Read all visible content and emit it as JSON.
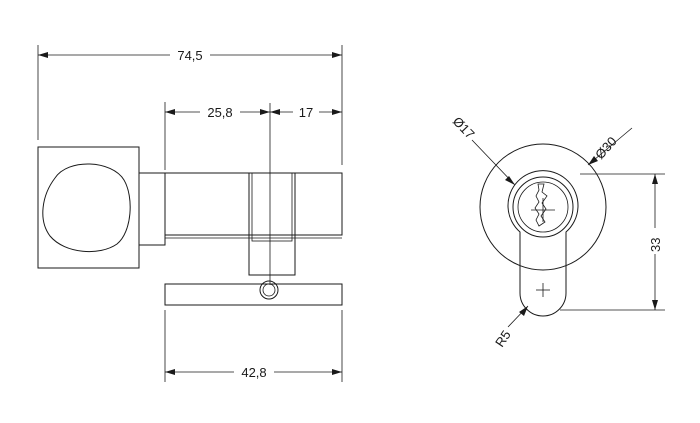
{
  "dimensions": {
    "overall_length": "74,5",
    "left_section": "25,8",
    "right_section": "17",
    "body_length": "42,8",
    "inner_diameter": "Ø17",
    "outer_diameter": "Ø30",
    "height": "33",
    "radius": "R5"
  }
}
